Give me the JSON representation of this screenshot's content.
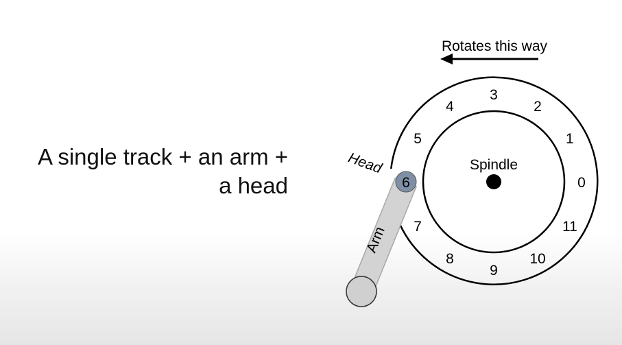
{
  "caption": {
    "line1": "A single track + an arm +",
    "line2": "a head"
  },
  "disk": {
    "rotation_label": "Rotates this way",
    "spindle_label": "Spindle",
    "head_label": "Head",
    "arm_label": "Arm",
    "sectors": [
      "0",
      "1",
      "2",
      "3",
      "4",
      "5",
      "6",
      "7",
      "8",
      "9",
      "10",
      "11"
    ],
    "head_sector": "6"
  },
  "colors": {
    "arm_fill": "#d3d3d3",
    "arm_stroke": "#a8a8a8",
    "head_fill": "#7f8fa6",
    "stroke": "#000000"
  }
}
